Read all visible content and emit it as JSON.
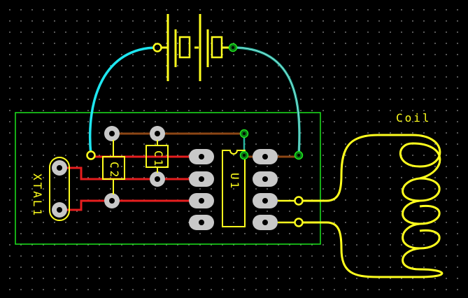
{
  "labels": {
    "coil": "Coil",
    "crystal": "XTAL1",
    "cap1": "C1",
    "cap2": "C2",
    "ic": "U1"
  },
  "colors": {
    "background": "#000000",
    "grid_dot": "#6e6e6e",
    "board_outline": "#1ee61e",
    "silkscreen": "#ffff1e",
    "top_copper": "#e61e1e",
    "wire_cyan": "#1ee6f0",
    "wire_teal": "#28b4a0",
    "pad": "#c8c8c8",
    "brown_trace": "#8c4614",
    "via_green": "#0a7814"
  },
  "icons": [
    "battery-icon",
    "crystal-icon",
    "capacitor-icon",
    "ic-icon",
    "coil-icon"
  ]
}
